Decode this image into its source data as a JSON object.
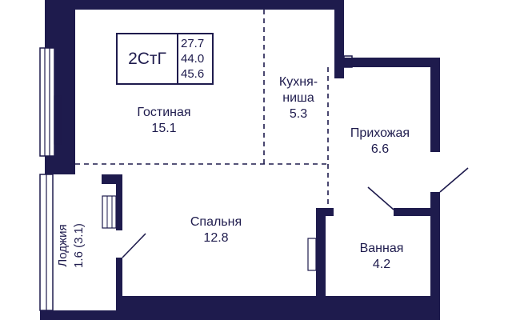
{
  "apartment": {
    "type": "2СтГ",
    "areas": [
      "27.7",
      "44.0",
      "45.6"
    ]
  },
  "rooms": {
    "living": {
      "name": "Гостиная",
      "area": "15.1"
    },
    "kitchen": {
      "name_line1": "Кухня-",
      "name_line2": "ниша",
      "area": "5.3"
    },
    "hallway": {
      "name": "Прихожая",
      "area": "6.6"
    },
    "bedroom": {
      "name": "Спальня",
      "area": "12.8"
    },
    "bathroom": {
      "name": "Ванная",
      "area": "4.2"
    },
    "loggia": {
      "label": "Лоджия",
      "area": "1.6 (3.1)"
    }
  },
  "colors": {
    "walls": "#1e1b4d",
    "background": "#ffffff"
  }
}
